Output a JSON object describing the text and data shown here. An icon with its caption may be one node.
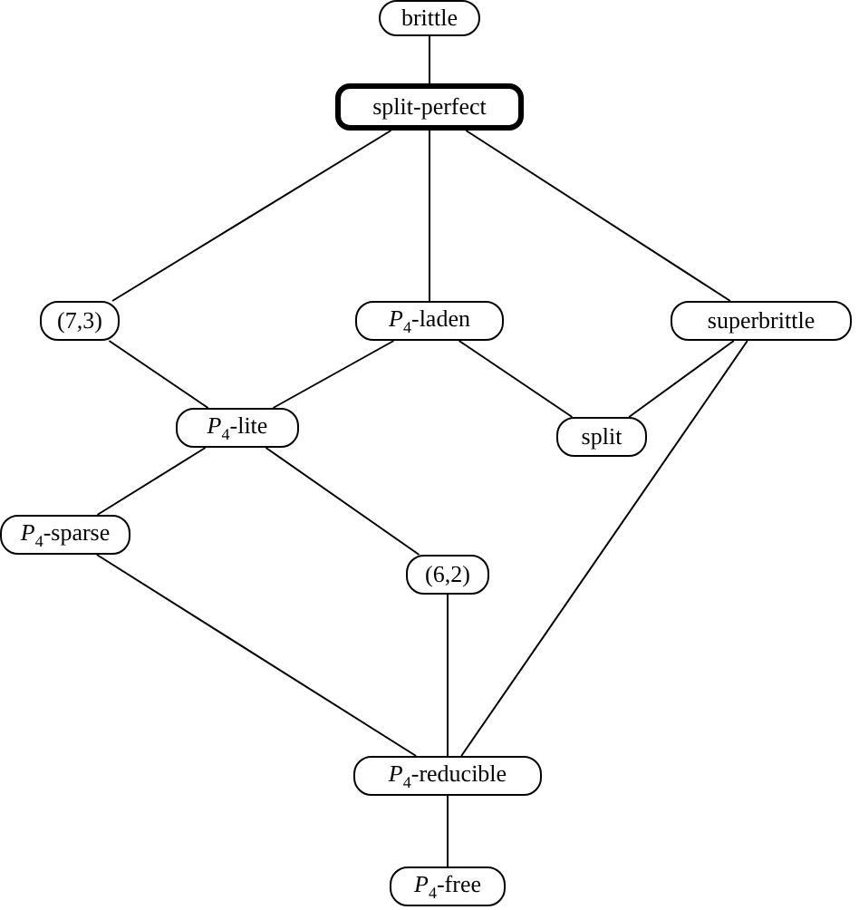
{
  "diagram": {
    "nodes": [
      {
        "text": [
          "brittle"
        ]
      },
      {
        "text": [
          "split-perfect"
        ]
      },
      {
        "text": [
          "(7,3)"
        ]
      },
      {
        "text": [
          "*P*$_{4}$-laden"
        ]
      },
      {
        "text": [
          "superbrittle"
        ]
      },
      {
        "text": [
          "*P*$_{4}$-lite"
        ]
      },
      {
        "text": [
          "split"
        ]
      },
      {
        "text": [
          "*P*$_{4}$-sparse"
        ]
      },
      {
        "text": [
          "(6,2)"
        ]
      },
      {
        "text": [
          "*P*$_{4}$-reducible"
        ]
      },
      {
        "text": [
          "*P*$_{4}$-free"
        ]
      }
    ],
    "edges": [
      {
        "from": 0,
        "to": 1,
        "arrow": "none"
      },
      {
        "from": 1,
        "to": 2,
        "arrow": "none"
      },
      {
        "from": 1,
        "to": 3,
        "arrow": "none"
      },
      {
        "from": 1,
        "to": 4,
        "arrow": "none"
      },
      {
        "from": 2,
        "to": 5,
        "arrow": "none"
      },
      {
        "from": 3,
        "to": 5,
        "arrow": "none"
      },
      {
        "from": 3,
        "to": 6,
        "arrow": "none"
      },
      {
        "from": 4,
        "to": 6,
        "arrow": "none"
      },
      {
        "from": 5,
        "to": 7,
        "arrow": "none"
      },
      {
        "from": 5,
        "to": 8,
        "arrow": "none"
      },
      {
        "from": 7,
        "to": 9,
        "arrow": "none"
      },
      {
        "from": 8,
        "to": 9,
        "arrow": "none"
      },
      {
        "from": 4,
        "to": 9,
        "arrow": "none"
      },
      {
        "from": 9,
        "to": 10,
        "arrow": "none"
      }
    ]
  }
}
